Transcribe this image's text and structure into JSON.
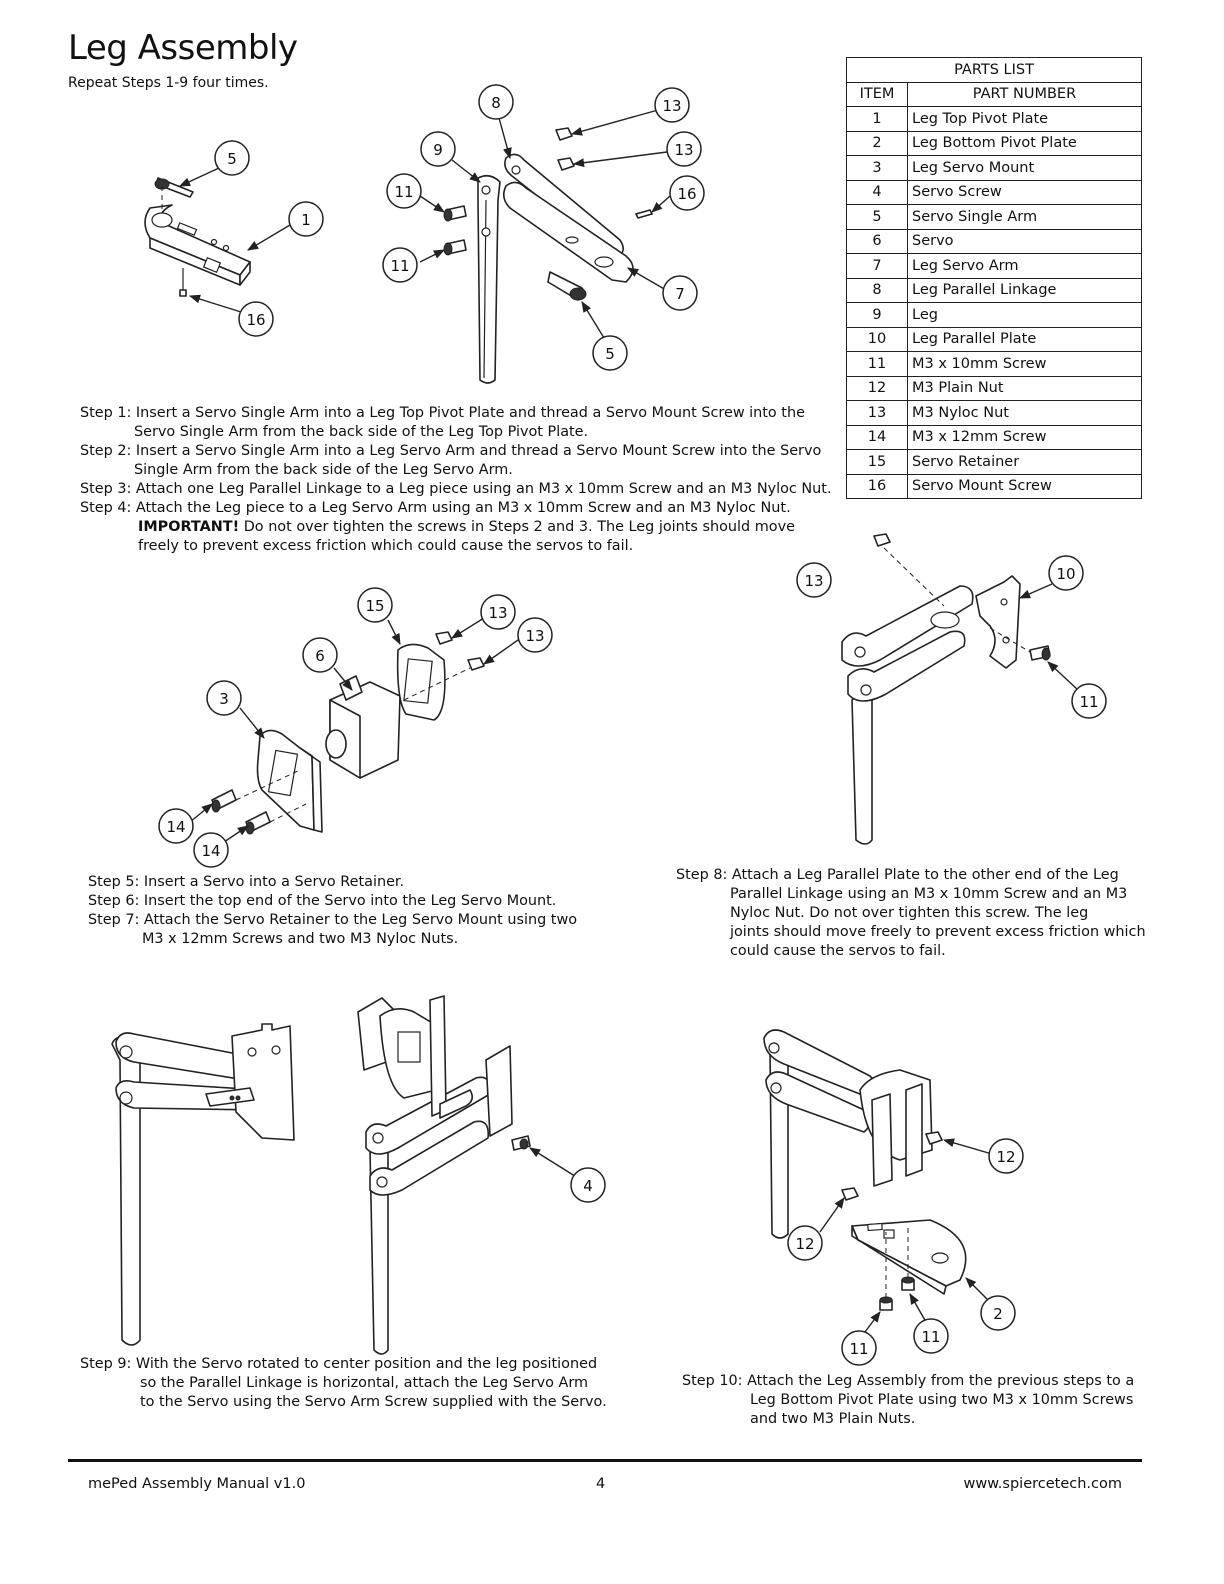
{
  "title": "Leg Assembly",
  "subtitle": "Repeat Steps 1-9 four times.",
  "parts_list": {
    "title": "PARTS LIST",
    "col_item": "ITEM",
    "col_part": "PART NUMBER",
    "rows": [
      {
        "item": "1",
        "part": "Leg Top Pivot Plate"
      },
      {
        "item": "2",
        "part": "Leg Bottom Pivot Plate"
      },
      {
        "item": "3",
        "part": "Leg Servo Mount"
      },
      {
        "item": "4",
        "part": "Servo Screw"
      },
      {
        "item": "5",
        "part": "Servo Single Arm"
      },
      {
        "item": "6",
        "part": "Servo"
      },
      {
        "item": "7",
        "part": "Leg Servo Arm"
      },
      {
        "item": "8",
        "part": "Leg Parallel Linkage"
      },
      {
        "item": "9",
        "part": "Leg"
      },
      {
        "item": "10",
        "part": "Leg Parallel Plate"
      },
      {
        "item": "11",
        "part": "M3 x 10mm Screw"
      },
      {
        "item": "12",
        "part": "M3 Plain Nut"
      },
      {
        "item": "13",
        "part": "M3 Nyloc Nut"
      },
      {
        "item": "14",
        "part": "M3 x 12mm Screw"
      },
      {
        "item": "15",
        "part": "Servo Retainer"
      },
      {
        "item": "16",
        "part": "Servo Mount Screw"
      }
    ]
  },
  "steps_1_4": {
    "s1_a": "Step 1: Insert a Servo Single Arm into a Leg Top Pivot Plate and thread a Servo Mount Screw into the",
    "s1_b": "Servo Single Arm from the back side of the Leg Top Pivot Plate.",
    "s2_a": "Step 2: Insert a Servo Single Arm into a Leg Servo Arm and thread a Servo Mount Screw into the Servo",
    "s2_b": "Single Arm from the back side of the Leg Servo Arm.",
    "s3": "Step 3: Attach one Leg Parallel Linkage to a Leg piece using an M3 x 10mm Screw and an M3 Nyloc Nut.",
    "s4": "Step 4: Attach the Leg piece to a Leg Servo Arm using an M3 x 10mm Screw and an M3 Nyloc Nut.",
    "important_label": "IMPORTANT!",
    "important_text": " Do not over tighten the screws in Steps 2 and 3.  The Leg joints should move",
    "important_text_b": "freely to prevent excess friction which could cause the servos to fail."
  },
  "steps_5_7": {
    "s5": "Step 5: Insert a Servo into a Servo Retainer.",
    "s6": "Step 6: Insert the top end of the Servo into the Leg Servo Mount.",
    "s7_a": "Step 7: Attach the Servo Retainer to the Leg Servo Mount using two",
    "s7_b": "M3 x 12mm Screws and two M3 Nyloc Nuts."
  },
  "step_8": {
    "a": "Step 8: Attach a Leg Parallel Plate to the other end of the Leg",
    "b": "Parallel Linkage using an M3 x 10mm Screw and an M3",
    "c": "Nyloc Nut.  Do not over tighten this screw.  The leg",
    "d": "joints should move freely to prevent excess friction which",
    "e": "could cause the servos to fail."
  },
  "step_9": {
    "a": "Step 9:  With the Servo rotated to center position and the leg positioned",
    "b": "so the Parallel Linkage is horizontal, attach the Leg Servo Arm",
    "c": "to the Servo using the Servo Arm Screw supplied with the Servo."
  },
  "step_10": {
    "a": "Step 10:  Attach the Leg Assembly from the previous steps to a",
    "b": "Leg Bottom Pivot Plate using two M3 x 10mm Screws",
    "c": "and two M3 Plain Nuts."
  },
  "callouts": {
    "c5a": "5",
    "c1": "1",
    "c16a": "16",
    "c8": "8",
    "c13a": "13",
    "c9": "9",
    "c13b": "13",
    "c11a": "11",
    "c16b": "16",
    "c11b": "11",
    "c7": "7",
    "c5b": "5",
    "c15": "15",
    "c13c": "13",
    "c13d": "13",
    "c6": "6",
    "c3": "3",
    "c14a": "14",
    "c14b": "14",
    "c13e": "13",
    "c10": "10",
    "c11c": "11",
    "c4": "4",
    "c12a": "12",
    "c12b": "12",
    "c2": "2",
    "c11d": "11",
    "c11e": "11"
  },
  "footer": {
    "left": "mePed Assembly Manual v1.0",
    "page": "4",
    "right": "www.spiercetech.com"
  }
}
